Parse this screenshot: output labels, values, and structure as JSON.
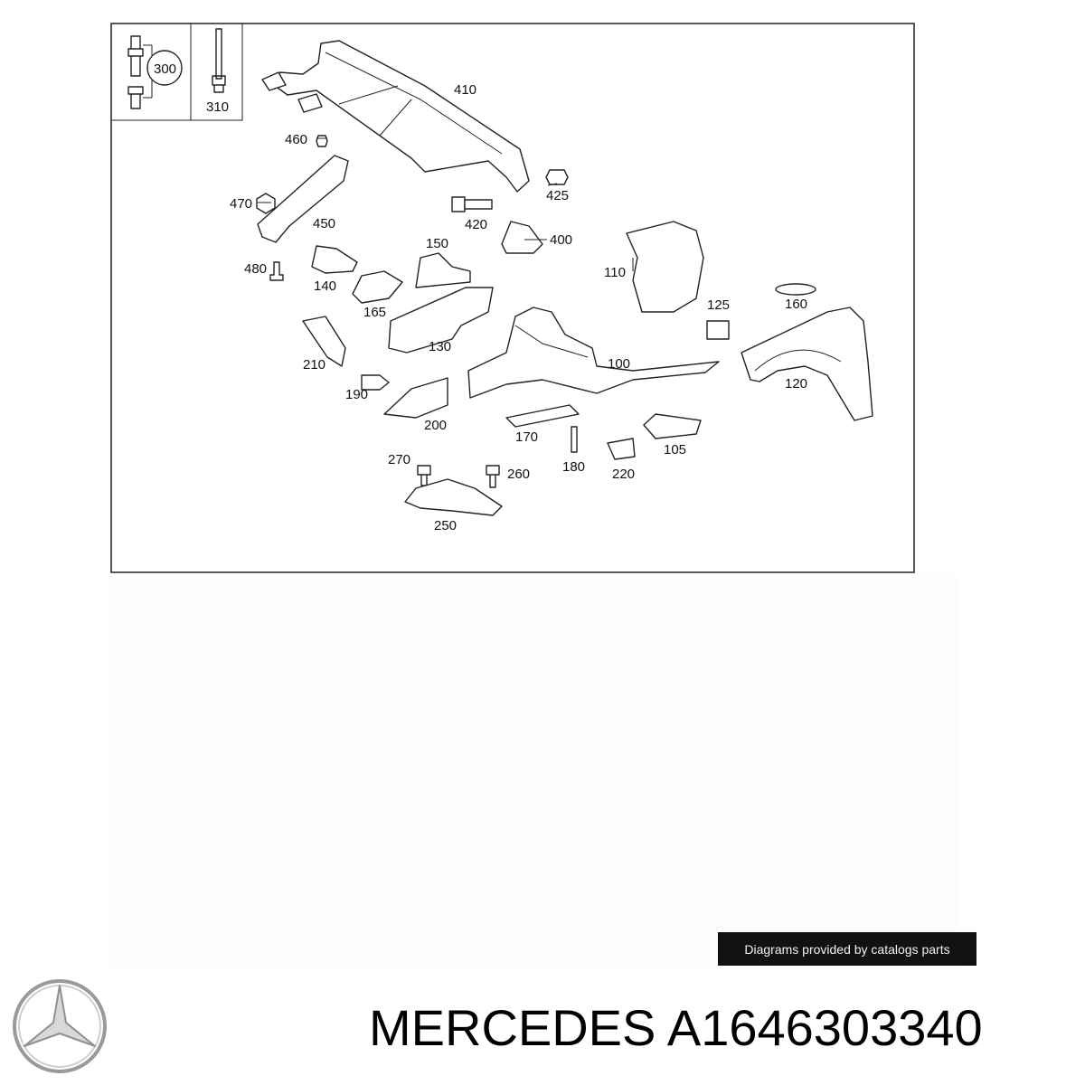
{
  "diagram": {
    "part_labels": {
      "p300": "300",
      "p310": "310",
      "p410": "410",
      "p460": "460",
      "p425": "425",
      "p470": "470",
      "p420": "420",
      "p450": "450",
      "p400": "400",
      "p150": "150",
      "p110": "110",
      "p480": "480",
      "p140": "140",
      "p165": "165",
      "p125": "125",
      "p160": "160",
      "p130": "130",
      "p100": "100",
      "p210": "210",
      "p120": "120",
      "p190": "190",
      "p200": "200",
      "p170": "170",
      "p105": "105",
      "p180": "180",
      "p220": "220",
      "p270": "270",
      "p260": "260",
      "p250": "250"
    }
  },
  "caption": "Diagrams provided by catalogs parts",
  "brand": {
    "logo_icon": "mercedes-star-icon",
    "title": "MERCEDES A1646303340"
  }
}
